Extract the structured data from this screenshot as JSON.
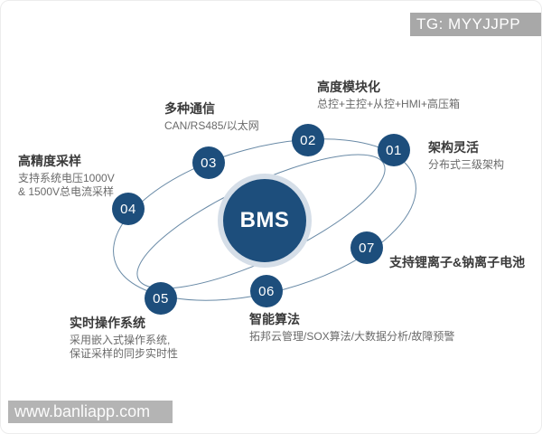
{
  "center": {
    "label": "BMS"
  },
  "nodes": [
    {
      "num": "01",
      "title": "架构灵活",
      "lines": [
        "分布式三级架构"
      ]
    },
    {
      "num": "02",
      "title": "高度模块化",
      "lines": [
        "总控+主控+从控+HMI+高压箱"
      ]
    },
    {
      "num": "03",
      "title": "多种通信",
      "lines": [
        "CAN/RS485/以太网"
      ]
    },
    {
      "num": "04",
      "title": "高精度采样",
      "lines": [
        "支持系统电压1000V",
        "& 1500V总电流采样"
      ]
    },
    {
      "num": "05",
      "title": "实时操作系统",
      "lines": [
        "采用嵌入式操作系统,",
        "保证采样的同步实时性"
      ]
    },
    {
      "num": "06",
      "title": "智能算法",
      "lines": [
        "拓邦云管理/SOX算法/大数据分析/故障预警"
      ]
    },
    {
      "num": "07",
      "title": "支持锂离子&钠离子电池",
      "lines": []
    }
  ],
  "watermarks": {
    "tg": "TG: MYYJJPP",
    "site": "www.banliapp.com"
  },
  "colors": {
    "node_blue": "#1d4e7c",
    "halo": "#d5dee8",
    "line_color": "#4f7596",
    "title_color": "#3a3a3a",
    "subtitle_color": "#6a6a6a",
    "badge_gray": "#a8a8a8",
    "watermark_gray": "#b4b4b4"
  }
}
